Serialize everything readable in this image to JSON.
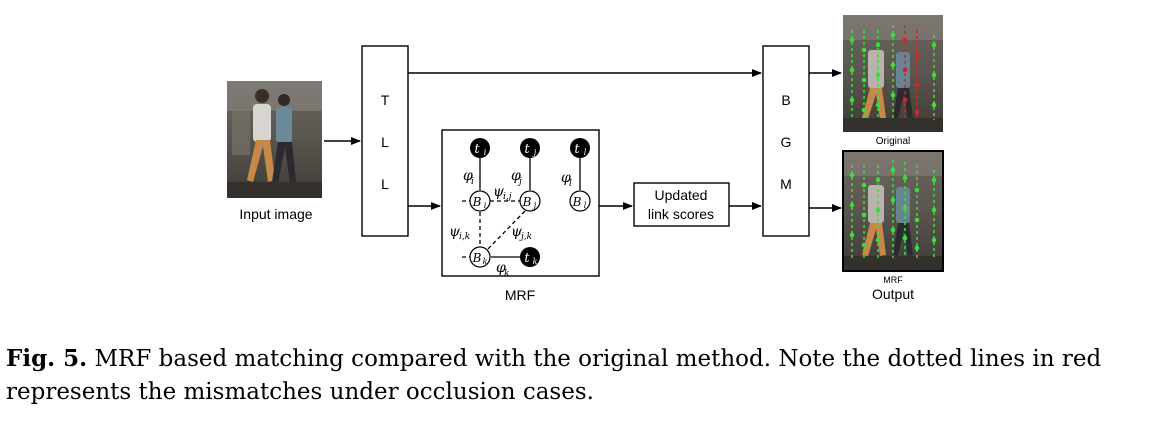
{
  "diagram": {
    "input_label": "Input image",
    "tll_letters": [
      "T",
      "L",
      "L"
    ],
    "bgm_letters": [
      "B",
      "G",
      "M"
    ],
    "mrf_label": "MRF",
    "updated_box_lines": [
      "Updated",
      "link scores"
    ],
    "original_label": "Original",
    "mrf_small_label": "MRF",
    "output_label": "Output",
    "mrf_graph": {
      "top_nodes": [
        "t_i",
        "t_j",
        "t_l"
      ],
      "top_nodes_display": [
        "t",
        "t",
        "t"
      ],
      "top_nodes_sub": [
        "i",
        "j",
        "l"
      ],
      "mid_nodes": [
        "B_i",
        "B_j",
        "B_l"
      ],
      "mid_nodes_display": [
        "B",
        "B",
        "B"
      ],
      "mid_nodes_sub": [
        "i",
        "j",
        "l"
      ],
      "bottom_left_node": {
        "main": "B",
        "sub": "k"
      },
      "bottom_right_node": {
        "main": "t",
        "sub": "k"
      },
      "phi_labels": [
        {
          "main": "φ",
          "sub": "i"
        },
        {
          "main": "φ",
          "sub": "j"
        },
        {
          "main": "φ",
          "sub": "l"
        },
        {
          "main": "φ",
          "sub": "k"
        }
      ],
      "psi_labels": [
        {
          "main": "ψ",
          "sub": "i,j"
        },
        {
          "main": "ψ",
          "sub": "i,k"
        },
        {
          "main": "ψ",
          "sub": "j,k"
        }
      ]
    },
    "colors": {
      "line": "#000000",
      "skeleton_green": "#3ddc3d",
      "skeleton_red": "#e02020",
      "photo_dark": "#4a4540"
    }
  },
  "caption": {
    "prefix": "Fig. 5.",
    "text": "MRF based matching compared with the original method. Note the dotted lines in red represents the mismatches under occlusion cases."
  }
}
